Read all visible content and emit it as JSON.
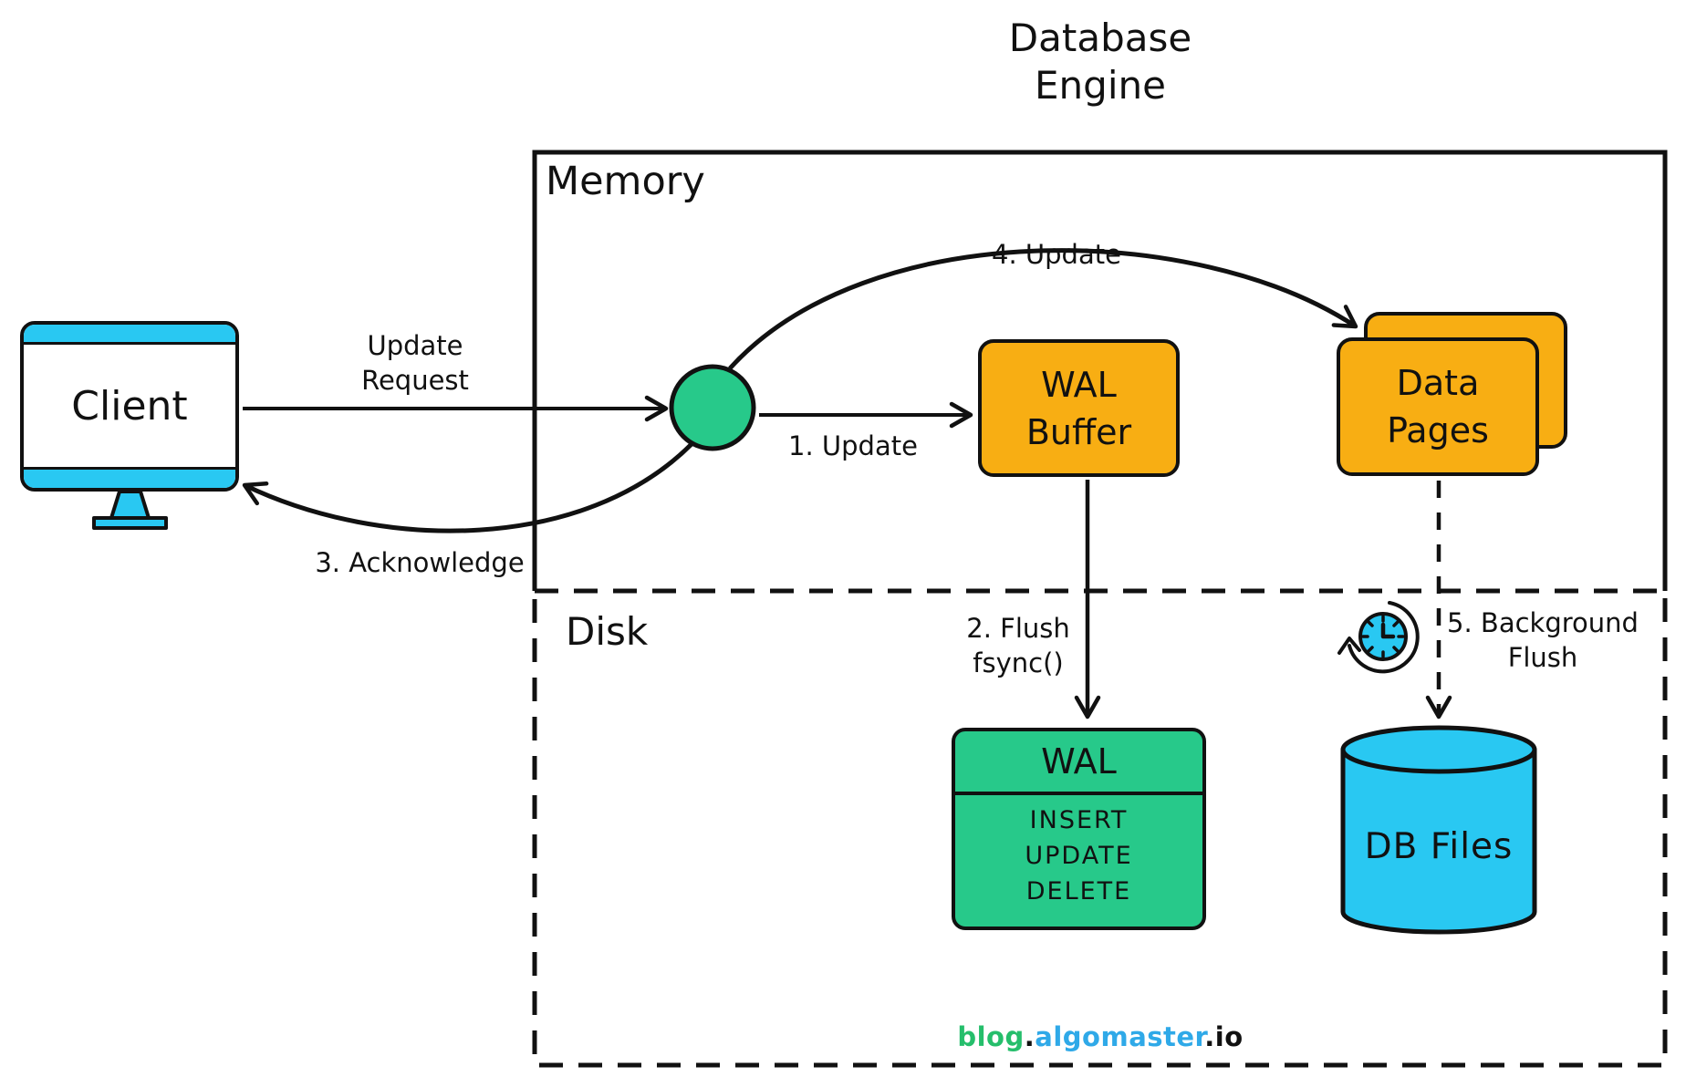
{
  "title": "Database\nEngine",
  "regions": {
    "memory": {
      "label": "Memory"
    },
    "disk": {
      "label": "Disk"
    }
  },
  "client": {
    "label": "Client"
  },
  "nodes": {
    "wal_buffer": {
      "label": "WAL\nBuffer"
    },
    "data_pages": {
      "label": "Data\nPages"
    },
    "wal_log": {
      "header": "WAL",
      "items": [
        "INSERT",
        "UPDATE",
        "DELETE"
      ]
    },
    "db_files": {
      "label": "DB Files"
    }
  },
  "flows": {
    "update_request": {
      "label": "Update\nRequest"
    },
    "step1": {
      "label": "1. Update"
    },
    "step2": {
      "label": "2. Flush\nfsync()"
    },
    "step3": {
      "label": "3. Acknowledge"
    },
    "step4": {
      "label": "4. Update"
    },
    "step5": {
      "label": "5. Background\nFlush"
    }
  },
  "footer": {
    "blog": "blog",
    "dot": ".",
    "algomaster": "algomaster",
    "io": "io"
  },
  "icons": {
    "clock": "recurring-background-flush-clock"
  },
  "colors": {
    "ink": "#111111",
    "orange": "#F8AE13",
    "green": "#27C98A",
    "cyan": "#29C8F2",
    "footer_green": "#25BE6B",
    "footer_blue": "#2FA9E8"
  }
}
